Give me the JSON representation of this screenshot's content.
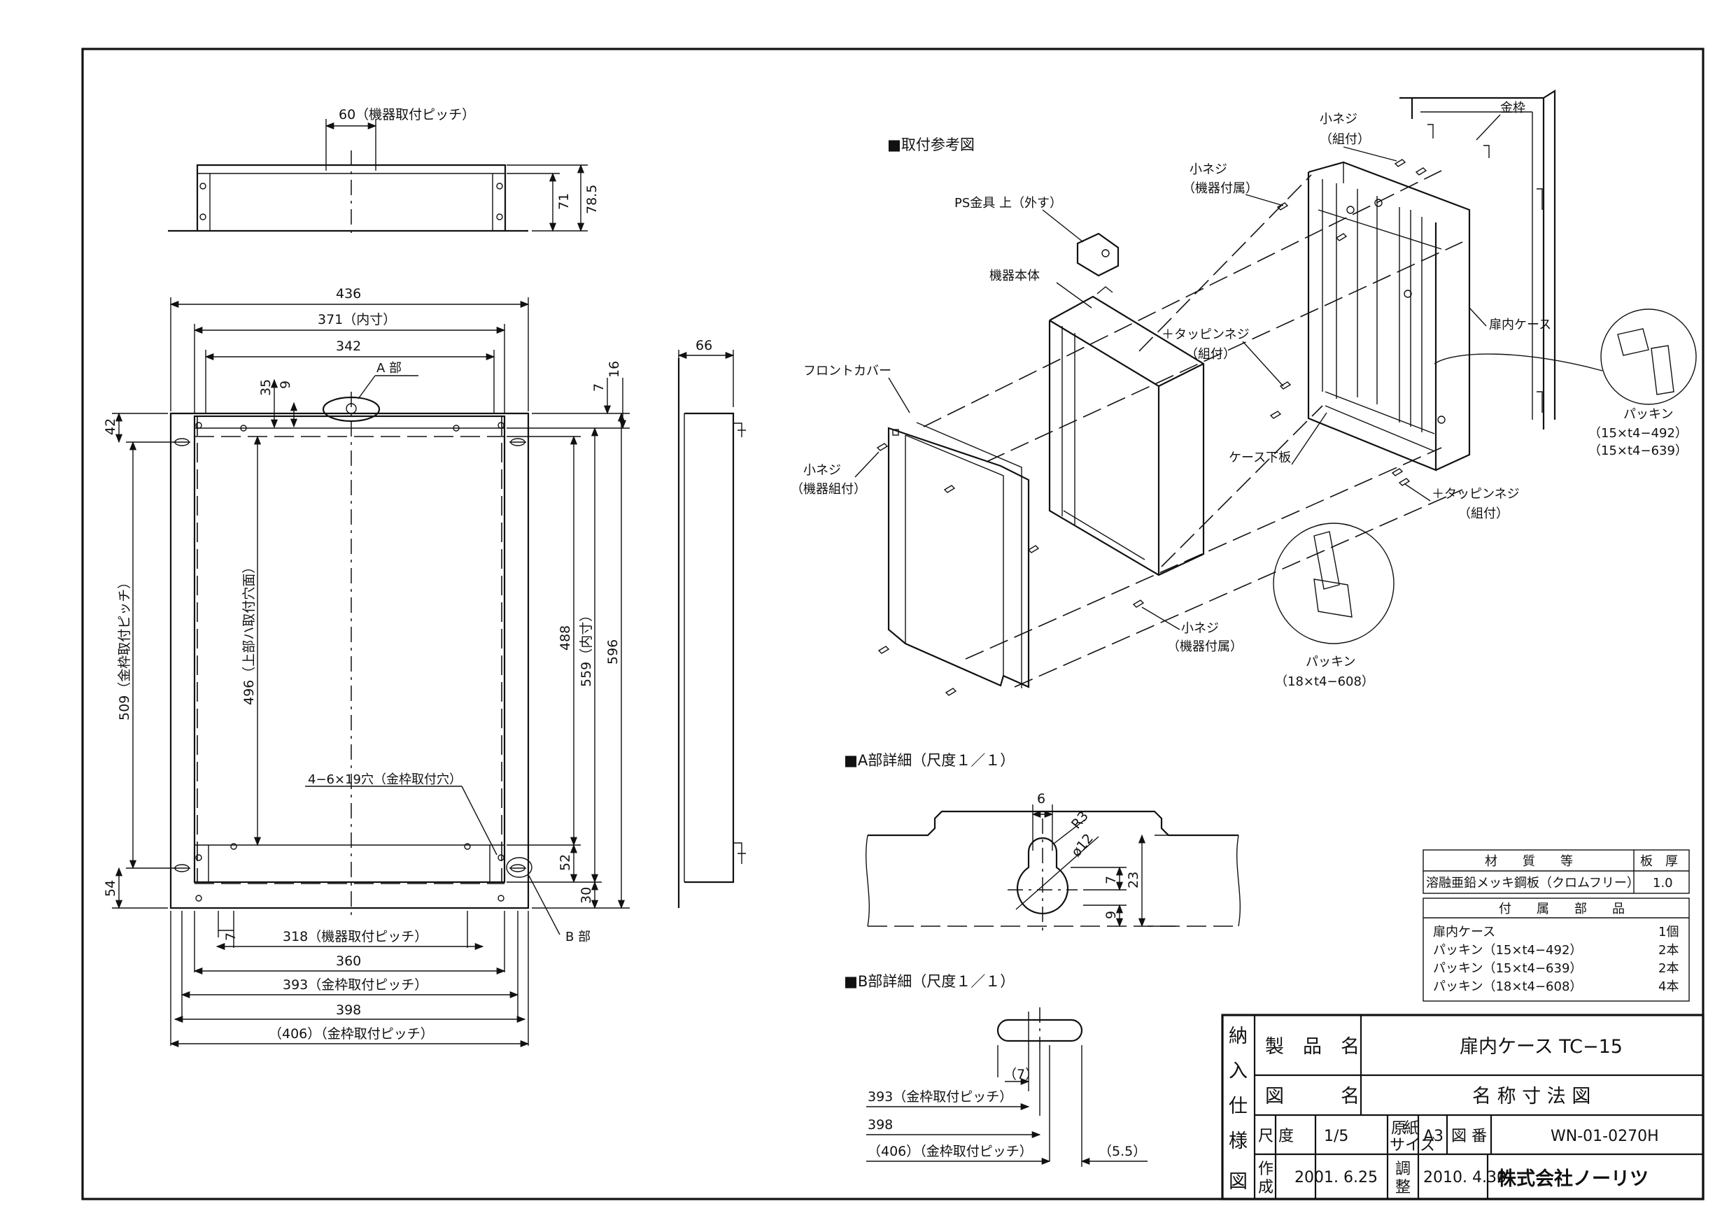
{
  "top_view": {
    "dim_60": "60（機器取付ピッチ）",
    "dim_71": "71",
    "dim_785": "78.5"
  },
  "front_view": {
    "dim_436": "436",
    "dim_371": "371（内寸）",
    "dim_342": "342",
    "part_a": "A 部",
    "dim_35": "35",
    "dim_9": "9",
    "dim_7": "7",
    "dim_16": "16",
    "dim_42": "42",
    "dim_509": "509（金枠取付ピッチ）",
    "dim_496": "496（上部ハ取付穴面）",
    "dim_488": "488",
    "dim_559": "559（内寸）",
    "dim_596": "596",
    "holes": "4−6×19穴（金枠取付穴）",
    "dim_54": "54",
    "dim_52": "52",
    "dim_30": "30",
    "dim_7b": "7",
    "part_b": "B 部",
    "dim_318": "318（機器取付ピッチ）",
    "dim_360": "360",
    "dim_393": "393（金枠取付ピッチ）",
    "dim_398": "398",
    "dim_406": "（406）（金枠取付ピッチ）"
  },
  "side_view": {
    "dim_66": "66"
  },
  "install": {
    "title": "■取付参考図",
    "frame": "金枠",
    "screw_a1": "小ネジ",
    "screw_a2": "（組付）",
    "screw_b1": "小ネジ",
    "screw_b2": "（機器付属）",
    "ps": "PS金具 上（外す）",
    "body": "機器本体",
    "case": "扉内ケース",
    "front_cover": "フロントカバー",
    "tap1": "＋タッピンネジ",
    "tap2": "（組付）",
    "packing_1": "パッキン",
    "packing_2": "（15×t4−492）",
    "packing_3": "（15×t4−639）",
    "screw_c1": "小ネジ",
    "screw_c2": "（機器組付）",
    "bottom_plate": "ケース下板",
    "tap3": "＋タッピンネジ",
    "tap4": "（組付）",
    "screw_d1": "小ネジ",
    "screw_d2": "（機器付属）",
    "packing_4": "パッキン",
    "packing_5": "（18×t4−608）"
  },
  "detail_a": {
    "title": "■A部詳細（尺度１／１）",
    "dim_6": "6",
    "dim_r3": "R3",
    "dim_phi12": "ø12",
    "dim_7": "7",
    "dim_23": "23",
    "dim_9": "9"
  },
  "detail_b": {
    "title": "■B部詳細（尺度１／１）",
    "dim_7": "（7）",
    "dim_393": "393（金枠取付ピッチ）",
    "dim_398": "398",
    "dim_406": "（406）（金枠取付ピッチ）",
    "dim_55": "（5.5）"
  },
  "material_table": {
    "h_material": "材　　質　　等",
    "h_thickness": "板　厚",
    "material": "溶融亜鉛メッキ鋼板（クロムフリー）",
    "thickness": "1.0"
  },
  "accessories": {
    "header": "付　　属　　部　　品",
    "rows": [
      {
        "name": "扉内ケース",
        "qty": "1個"
      },
      {
        "name": "パッキン（15×t4−492）",
        "qty": "2本"
      },
      {
        "name": "パッキン（15×t4−639）",
        "qty": "2本"
      },
      {
        "name": "パッキン（18×t4−608）",
        "qty": "4本"
      }
    ]
  },
  "title_block": {
    "side": [
      "納",
      "入",
      "仕",
      "様",
      "図"
    ],
    "product_label": "製　品　名",
    "product": "扉内ケース TC−15",
    "drawing_label": "図　　　名",
    "drawing": "名 称 寸 法 図",
    "scale_label": "尺 度",
    "scale": "1/5",
    "paper_label_1": "原",
    "paper_label_2": "紙",
    "paper_label_3": "サイズ",
    "paper": "A3",
    "no_label": "図 番",
    "no": "WN-01-0270H",
    "made_label_1": "作",
    "made_label_2": "成",
    "made": "2001. 6.25",
    "adj_label_1": "調",
    "adj_label_2": "整",
    "adj": "2010. 4.30",
    "company": "株式会社ノーリツ"
  }
}
